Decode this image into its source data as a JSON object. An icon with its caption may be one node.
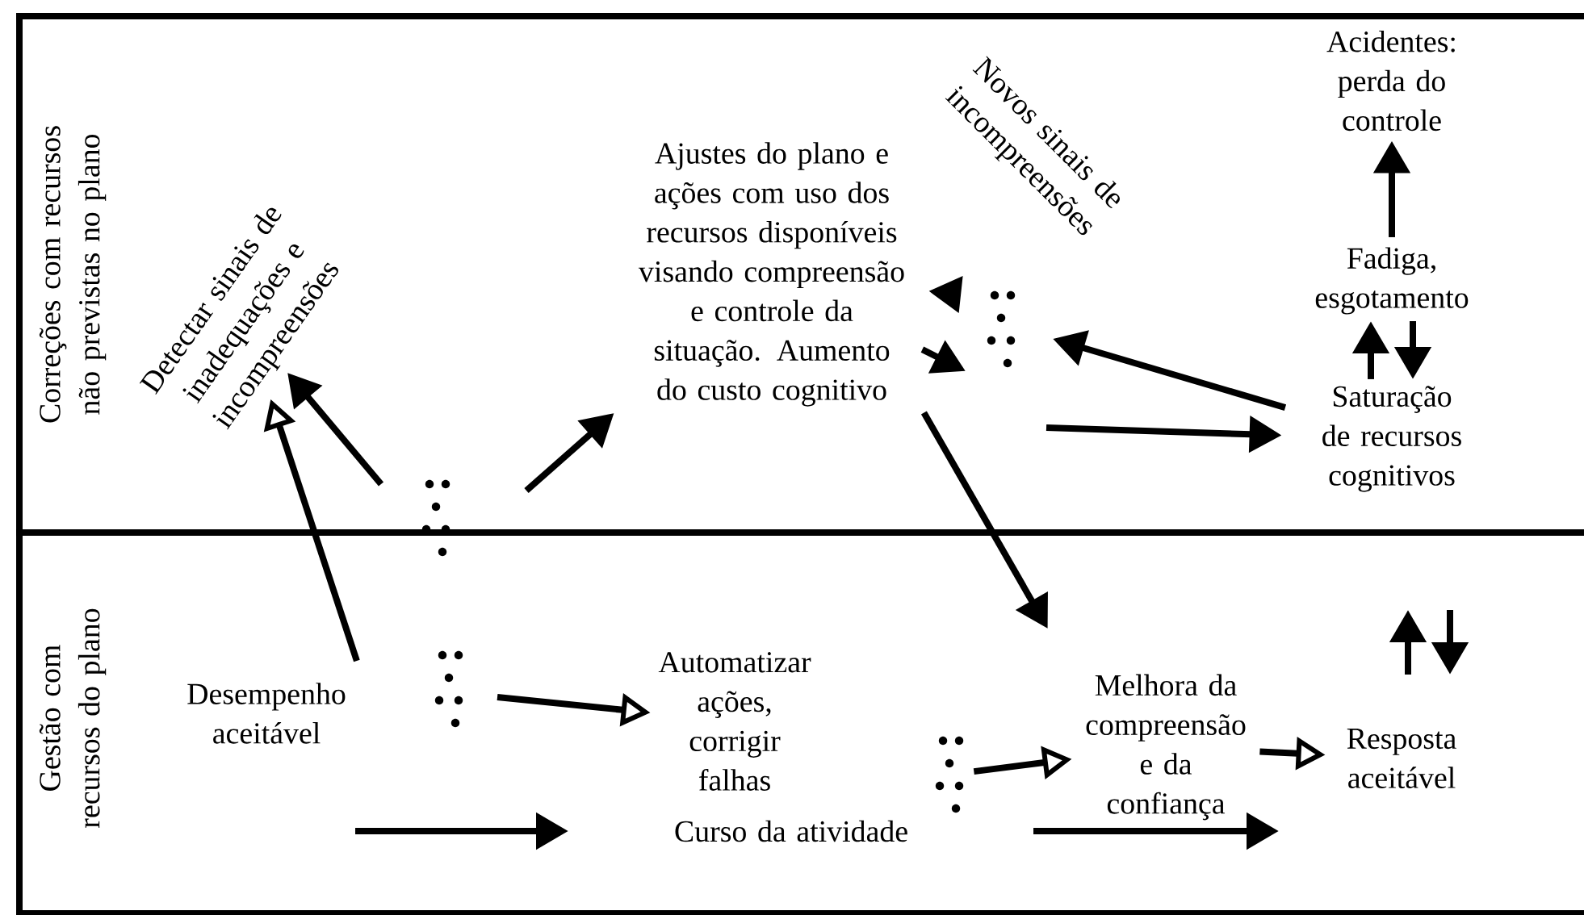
{
  "diagram": {
    "nodes": [
      {
        "text": [
          "Correções com recursos não previstas no plano"
        ]
      },
      {
        "text": [
          "Gestão com recursos do plano"
        ]
      },
      {
        "text": [
          "Detectar sinais de inadequações e incompreensões"
        ],
        "in": 0
      },
      {
        "text": [
          "Ajustes do plano e ações com uso dos recursos disponíveis visando compreensão e controle da situação. Aumento do custo cognitivo"
        ],
        "in": 0
      },
      {
        "text": [
          "Novos sinais de incompreensões"
        ],
        "in": 0
      },
      {
        "text": [
          "Acidentes: perda do controle"
        ],
        "in": 0
      },
      {
        "text": [
          "Fadiga, esgotamento"
        ],
        "in": 0
      },
      {
        "text": [
          "Saturação de recursos cognitivos"
        ],
        "in": 0
      },
      {
        "text": [
          "Desempenho aceitável"
        ],
        "in": 1
      },
      {
        "text": [
          "Automatizar ações, corrigir falhas"
        ],
        "in": 1
      },
      {
        "text": [
          "Melhora da compreensão e da confiança"
        ],
        "in": 1
      },
      {
        "text": [
          "Resposta aceitável"
        ],
        "in": 1
      },
      {
        "text": [
          "Curso da atividade"
        ],
        "in": 1
      },
      {
        "text": [],
        "shape": "picture",
        "in": 1
      }
    ],
    "edges": [
      {
        "from": 8,
        "to": 2,
        "arrow": "to"
      },
      {
        "from": null,
        "to": 2,
        "arrow": "to"
      },
      {
        "from": null,
        "to": 3,
        "arrow": "to"
      },
      {
        "from": null,
        "to": 3,
        "arrow": "to"
      },
      {
        "from": 3,
        "to": null,
        "arrow": "to"
      },
      {
        "from": 7,
        "to": null,
        "arrow": "to"
      },
      {
        "from": null,
        "to": 7,
        "arrow": "to"
      },
      {
        "from": 3,
        "to": 10,
        "arrow": "to"
      },
      {
        "from": 6,
        "to": 5,
        "arrow": "to"
      },
      {
        "from": 7,
        "to": 6,
        "arrow": "to"
      },
      {
        "from": 6,
        "to": 7,
        "arrow": "to"
      },
      {
        "from": null,
        "to": 9,
        "arrow": "to"
      },
      {
        "from": 13,
        "to": 10,
        "arrow": "to"
      },
      {
        "from": 10,
        "to": 11,
        "arrow": "to"
      }
    ]
  }
}
